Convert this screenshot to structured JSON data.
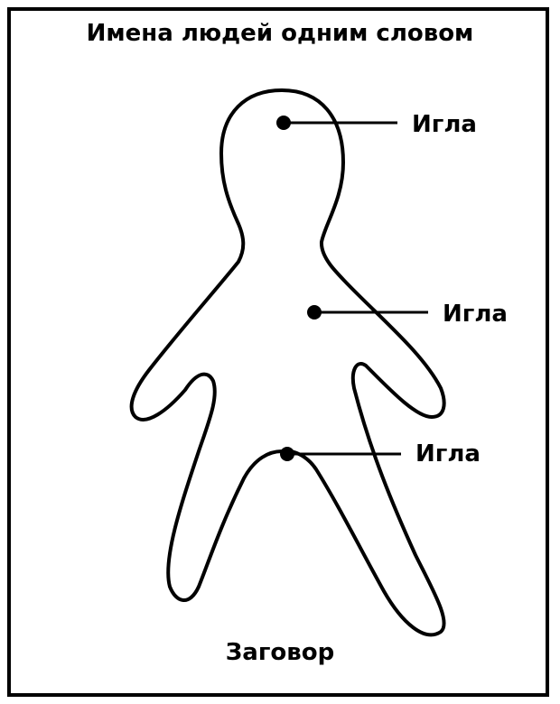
{
  "diagram": {
    "title": "Имена людей одним словом",
    "caption": "Заговор",
    "callouts": [
      {
        "label": "Игла"
      },
      {
        "label": "Игла"
      },
      {
        "label": "Игла"
      }
    ]
  }
}
